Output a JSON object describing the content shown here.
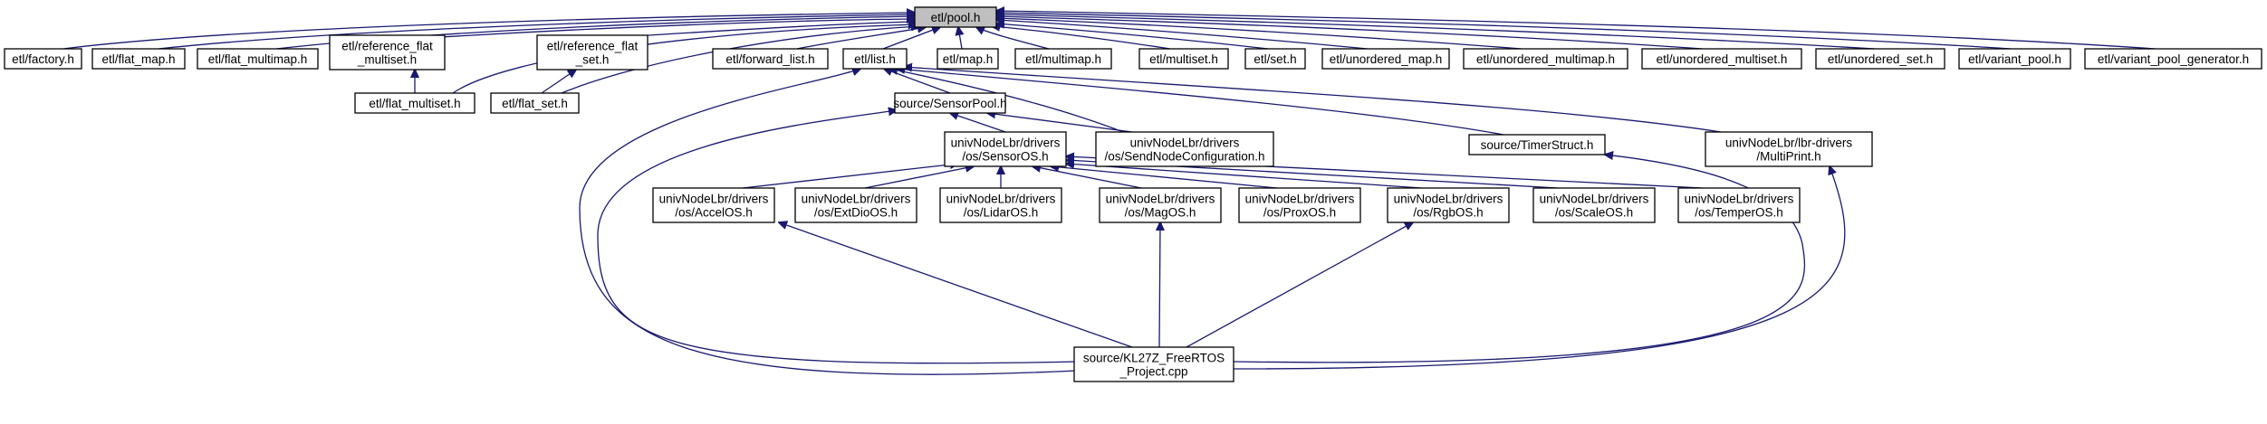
{
  "diagram": {
    "nodes": {
      "pool": [
        "etl/pool.h"
      ],
      "factory": [
        "etl/factory.h"
      ],
      "flat_map": [
        "etl/flat_map.h"
      ],
      "flat_multimap": [
        "etl/flat_multimap.h"
      ],
      "ref_flat_multiset": [
        "etl/reference_flat",
        "_multiset.h"
      ],
      "ref_flat_set": [
        "etl/reference_flat",
        "_set.h"
      ],
      "forward_list": [
        "etl/forward_list.h"
      ],
      "list": [
        "etl/list.h"
      ],
      "map": [
        "etl/map.h"
      ],
      "multimap": [
        "etl/multimap.h"
      ],
      "multiset": [
        "etl/multiset.h"
      ],
      "set": [
        "etl/set.h"
      ],
      "unordered_map": [
        "etl/unordered_map.h"
      ],
      "unordered_multimap": [
        "etl/unordered_multimap.h"
      ],
      "unordered_multiset": [
        "etl/unordered_multiset.h"
      ],
      "unordered_set": [
        "etl/unordered_set.h"
      ],
      "variant_pool": [
        "etl/variant_pool.h"
      ],
      "variant_pool_generator": [
        "etl/variant_pool_generator.h"
      ],
      "flat_multiset": [
        "etl/flat_multiset.h"
      ],
      "flat_set": [
        "etl/flat_set.h"
      ],
      "sensorpool": [
        "source/SensorPool.h"
      ],
      "sensoros": [
        "univNodeLbr/drivers",
        "/os/SensorOS.h"
      ],
      "sendnodeconfig": [
        "univNodeLbr/drivers",
        "/os/SendNodeConfiguration.h"
      ],
      "timerstruct": [
        "source/TimerStruct.h"
      ],
      "multiprint": [
        "univNodeLbr/lbr-drivers",
        "/MultiPrint.h"
      ],
      "accelos": [
        "univNodeLbr/drivers",
        "/os/AccelOS.h"
      ],
      "extdioos": [
        "univNodeLbr/drivers",
        "/os/ExtDioOS.h"
      ],
      "lidaros": [
        "univNodeLbr/drivers",
        "/os/LidarOS.h"
      ],
      "magos": [
        "univNodeLbr/drivers",
        "/os/MagOS.h"
      ],
      "proxos": [
        "univNodeLbr/drivers",
        "/os/ProxOS.h"
      ],
      "rgbos": [
        "univNodeLbr/drivers",
        "/os/RgbOS.h"
      ],
      "scaleos": [
        "univNodeLbr/drivers",
        "/os/ScaleOS.h"
      ],
      "temperos": [
        "univNodeLbr/drivers",
        "/os/TemperOS.h"
      ],
      "kl27z": [
        "source/KL27Z_FreeRTOS",
        "_Project.cpp"
      ]
    },
    "edges": [
      [
        "factory",
        "pool"
      ],
      [
        "flat_map",
        "pool"
      ],
      [
        "flat_multimap",
        "pool"
      ],
      [
        "ref_flat_multiset",
        "pool"
      ],
      [
        "ref_flat_set",
        "pool"
      ],
      [
        "forward_list",
        "pool"
      ],
      [
        "list",
        "pool"
      ],
      [
        "map",
        "pool"
      ],
      [
        "multimap",
        "pool"
      ],
      [
        "multiset",
        "pool"
      ],
      [
        "set",
        "pool"
      ],
      [
        "unordered_map",
        "pool"
      ],
      [
        "unordered_multimap",
        "pool"
      ],
      [
        "unordered_multiset",
        "pool"
      ],
      [
        "unordered_set",
        "pool"
      ],
      [
        "variant_pool",
        "pool"
      ],
      [
        "variant_pool_generator",
        "pool"
      ],
      [
        "flat_multiset",
        "pool"
      ],
      [
        "flat_set",
        "pool"
      ],
      [
        "flat_multiset",
        "ref_flat_multiset"
      ],
      [
        "flat_set",
        "ref_flat_set"
      ],
      [
        "sensorpool",
        "list"
      ],
      [
        "sendnodeconfig",
        "list"
      ],
      [
        "timerstruct",
        "list"
      ],
      [
        "multiprint",
        "list"
      ],
      [
        "kl27z",
        "list"
      ],
      [
        "sensoros",
        "sensorpool"
      ],
      [
        "sendnodeconfig",
        "sensorpool"
      ],
      [
        "kl27z",
        "sensorpool"
      ],
      [
        "accelos",
        "sensoros"
      ],
      [
        "extdioos",
        "sensoros"
      ],
      [
        "lidaros",
        "sensoros"
      ],
      [
        "magos",
        "sensoros"
      ],
      [
        "proxos",
        "sensoros"
      ],
      [
        "rgbos",
        "sensoros"
      ],
      [
        "scaleos",
        "sensoros"
      ],
      [
        "temperos",
        "sensoros"
      ],
      [
        "kl27z",
        "accelos"
      ],
      [
        "kl27z",
        "magos"
      ],
      [
        "kl27z",
        "rgbos"
      ],
      [
        "kl27z",
        "timerstruct"
      ],
      [
        "kl27z",
        "multiprint"
      ]
    ]
  },
  "colors": {
    "edge": "#191970",
    "root_fill": "#bfbfbf",
    "node_fill": "#ffffff",
    "border": "#000000"
  }
}
